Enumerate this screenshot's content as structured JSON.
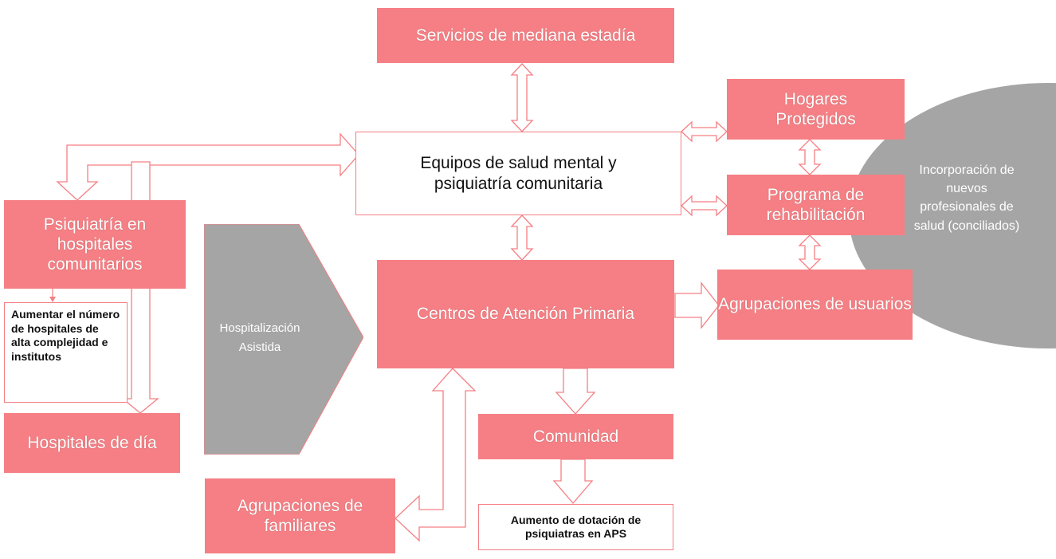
{
  "nodes": {
    "mediana_estadia": "Servicios de mediana estadía",
    "equipos": "Equipos de salud mental y psiquiatría comunitaria",
    "hogares": "Hogares Protegidos",
    "programa": "Programa de rehabilitación",
    "agrup_usuarios": "Agrupaciones de usuarios",
    "psiquiatria_hosp": "Psiquiatría en hospitales comunitarios",
    "aumentar": "Aumentar el número de hospitales de alta complejidad e institutos",
    "hospitales_dia": "Hospitales de día",
    "hospitalizacion": "Hospitalización Asistida",
    "centros_aps": "Centros de Atención Primaria",
    "comunidad": "Comunidad",
    "aumento_dotacion": "Aumento de dotación de psiquiatras en APS",
    "agrup_familiares": "Agrupaciones de familiares",
    "incorporacion": "Incorporación de nuevos profesionales de salud (conciliados)"
  },
  "colors": {
    "box_fill": "#f57f84",
    "box_border": "#f57f84",
    "gray_fill": "#a5a5a5",
    "arrow_stroke": "#f57f84",
    "text_dark": "#111111",
    "text_light": "#ffffff"
  }
}
